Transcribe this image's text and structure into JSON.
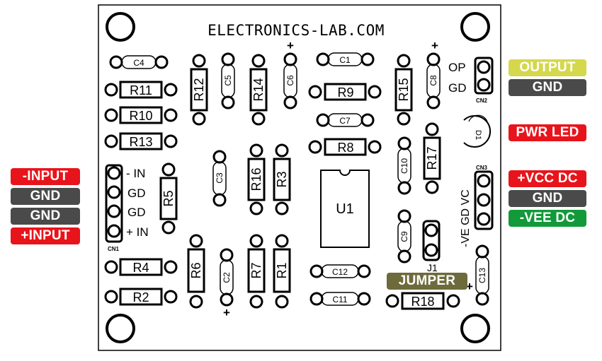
{
  "board": {
    "title": "ELECTRONICS-LAB.COM"
  },
  "components": {
    "C1": "C1",
    "C2": "C2",
    "C3": "C3",
    "C4": "C4",
    "C5": "C5",
    "C6": "C6",
    "C7": "C7",
    "C8": "C8",
    "C9": "C9",
    "C10": "C10",
    "C11": "C11",
    "C12": "C12",
    "C13": "C13",
    "R1": "R1",
    "R2": "R2",
    "R3": "R3",
    "R4": "R4",
    "R5": "R5",
    "R6": "R6",
    "R7": "R7",
    "R8": "R8",
    "R9": "R9",
    "R10": "R10",
    "R11": "R11",
    "R12": "R12",
    "R13": "R13",
    "R14": "R14",
    "R15": "R15",
    "R16": "R16",
    "R17": "R17",
    "R18": "R18",
    "U1": "U1",
    "D1": "D1",
    "J1": "J1",
    "CN1": "CN1",
    "CN2": "CN2",
    "CN3": "CN3"
  },
  "silkscreen": {
    "minus_in": "- IN",
    "gd": "GD",
    "plus_in": "+ IN",
    "op": "OP",
    "gd2": "GD",
    "cn3_pins": "-VE GD VC",
    "plus": "+"
  },
  "labels": {
    "minus_input": "-INPUT",
    "gnd_left_1": "GND",
    "gnd_left_2": "GND",
    "plus_input": "+INPUT",
    "output": "OUTPUT",
    "gnd_right_1": "GND",
    "pwr_led": "PWR LED",
    "vcc_dc": "+VCC DC",
    "gnd_right_2": "GND",
    "vee_dc": "-VEE DC",
    "jumper": "JUMPER"
  },
  "colors": {
    "red": "#e8141b",
    "gray": "#4a4a4a",
    "green": "#12993a",
    "yellow": "#d4d84a",
    "olive": "#6d6a3c"
  }
}
